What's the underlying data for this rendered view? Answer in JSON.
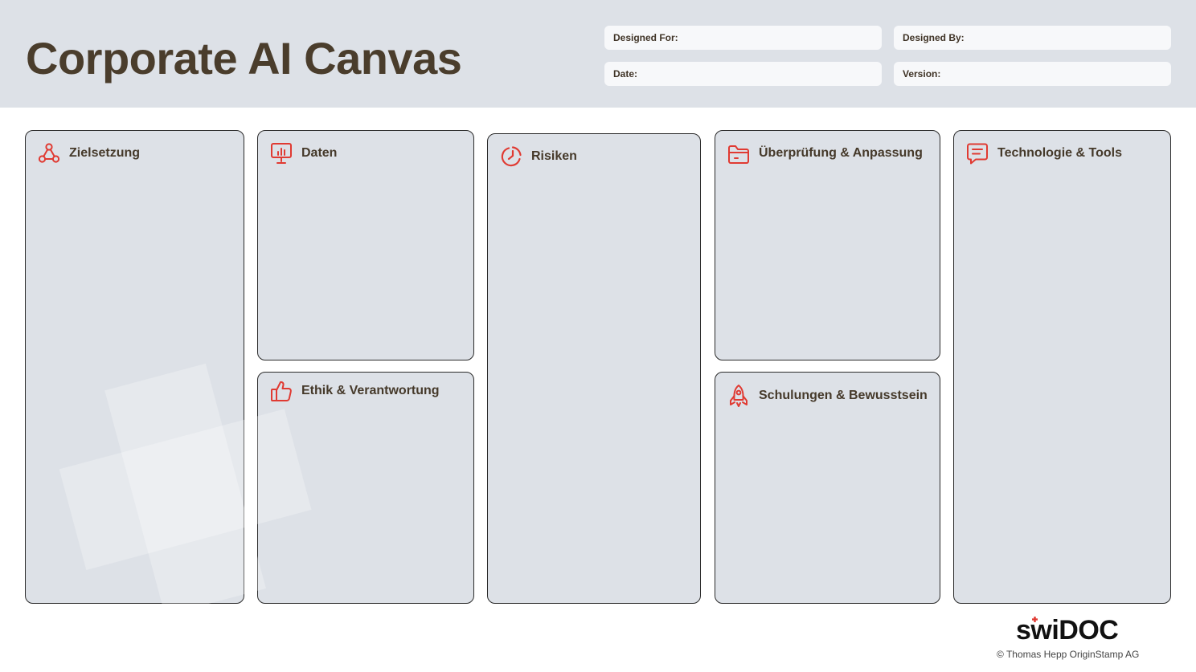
{
  "header": {
    "title": "Corporate AI Canvas",
    "fields": [
      {
        "label": "Designed For:",
        "value": ""
      },
      {
        "label": "Designed By:",
        "value": ""
      },
      {
        "label": "Date:",
        "value": ""
      },
      {
        "label": "Version:",
        "value": ""
      }
    ]
  },
  "cards": [
    {
      "title": "Zielsetzung",
      "icon": "triangle-nodes-icon"
    },
    {
      "title": "Daten",
      "icon": "presentation-chart-icon"
    },
    {
      "title": "Ethik & Verantwortung",
      "icon": "thumbs-up-icon"
    },
    {
      "title": "Risiken",
      "icon": "pie-chart-icon"
    },
    {
      "title": "Überprüfung & Anpassung",
      "icon": "folder-icon"
    },
    {
      "title": "Schulungen & Bewusstsein",
      "icon": "rocket-icon"
    },
    {
      "title": "Technologie & Tools",
      "icon": "message-icon"
    }
  ],
  "colors": {
    "accent": "#e03a32",
    "panel": "#dde1e7",
    "title_text": "#4a3d2c"
  },
  "footer": {
    "logo_text": "swiDOC",
    "copyright": "© Thomas Hepp OriginStamp AG"
  }
}
